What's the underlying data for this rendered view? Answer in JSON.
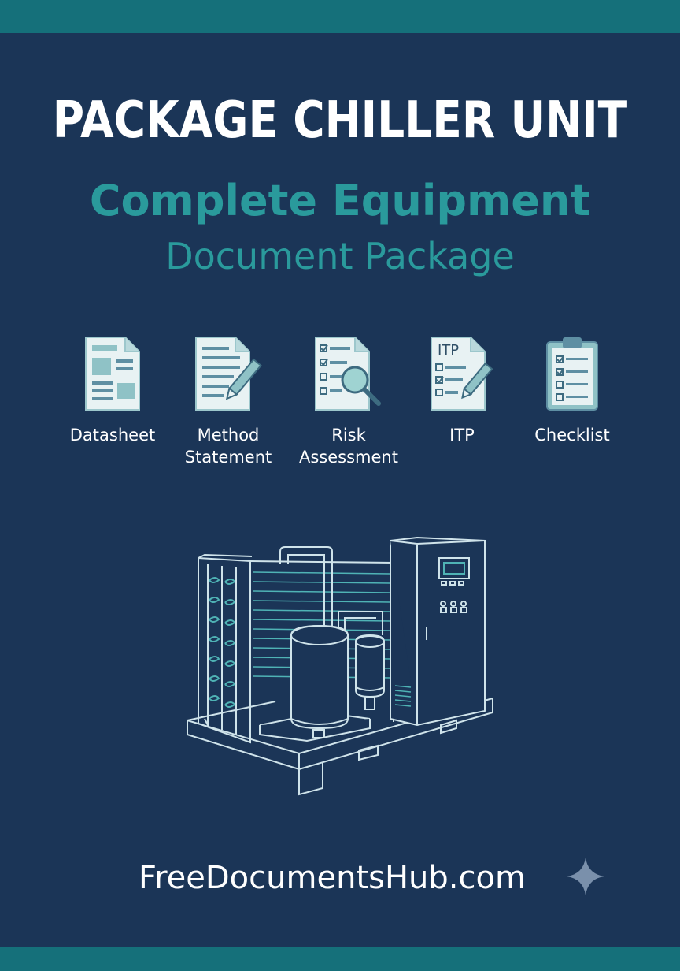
{
  "cover": {
    "title": "PACKAGE CHILLER UNIT",
    "subtitle_line1": "Complete Equipment",
    "subtitle_line2": "Document Package",
    "website": "FreeDocumentsHub.com"
  },
  "documents": [
    {
      "label": "Datasheet",
      "icon": "datasheet-icon"
    },
    {
      "label": "Method\nStatement",
      "icon": "method-statement-icon"
    },
    {
      "label": "Risk\nAssessment",
      "icon": "risk-assessment-icon"
    },
    {
      "label": "ITP",
      "icon": "itp-icon"
    },
    {
      "label": "Checklist",
      "icon": "checklist-icon"
    }
  ],
  "icon_text": {
    "itp_badge": "ITP"
  },
  "colors": {
    "background": "#1b3557",
    "band": "#15707a",
    "accent_teal": "#2a9a9c",
    "icon_fill": "#e8f2f3",
    "line_art": "#cfe3ea"
  },
  "illustration": "package-chiller-unit-line-art"
}
